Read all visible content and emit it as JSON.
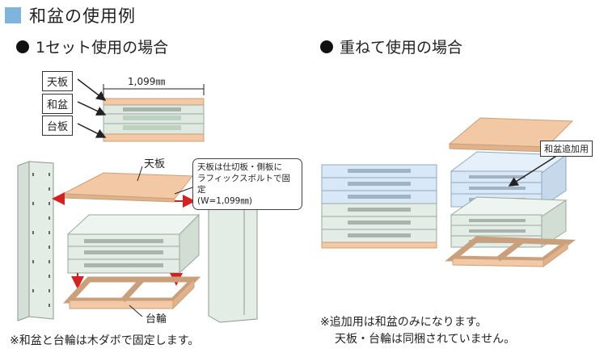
{
  "heading": "和盆の使用例",
  "left_section": {
    "title": "1セット使用の場合",
    "labels": {
      "top_board": "天板",
      "tray": "和盆",
      "base_board": "台板"
    },
    "width_dim": "1,099㎜",
    "exploded_top_board": "天板",
    "callout": [
      "天板は仕切板・側板に",
      "ラフィックスボルトで固定",
      "(W=1,099㎜)"
    ],
    "caster_label": "台輪",
    "footnote": "※和盆と台輪は木ダボで固定します。"
  },
  "right_section": {
    "title": "重ねて使用の場合",
    "additional_label": "和盆追加用",
    "footnote_lines": [
      "※追加用は和盆のみになります。",
      "天板・台輪は同梱されていません。"
    ]
  },
  "colors": {
    "accent": "#7fb4dc",
    "wood": "#f2c9a4",
    "panel": "#dfe9e1",
    "blue_tray": "#d8e8f6",
    "arrow_red": "#d32222"
  }
}
